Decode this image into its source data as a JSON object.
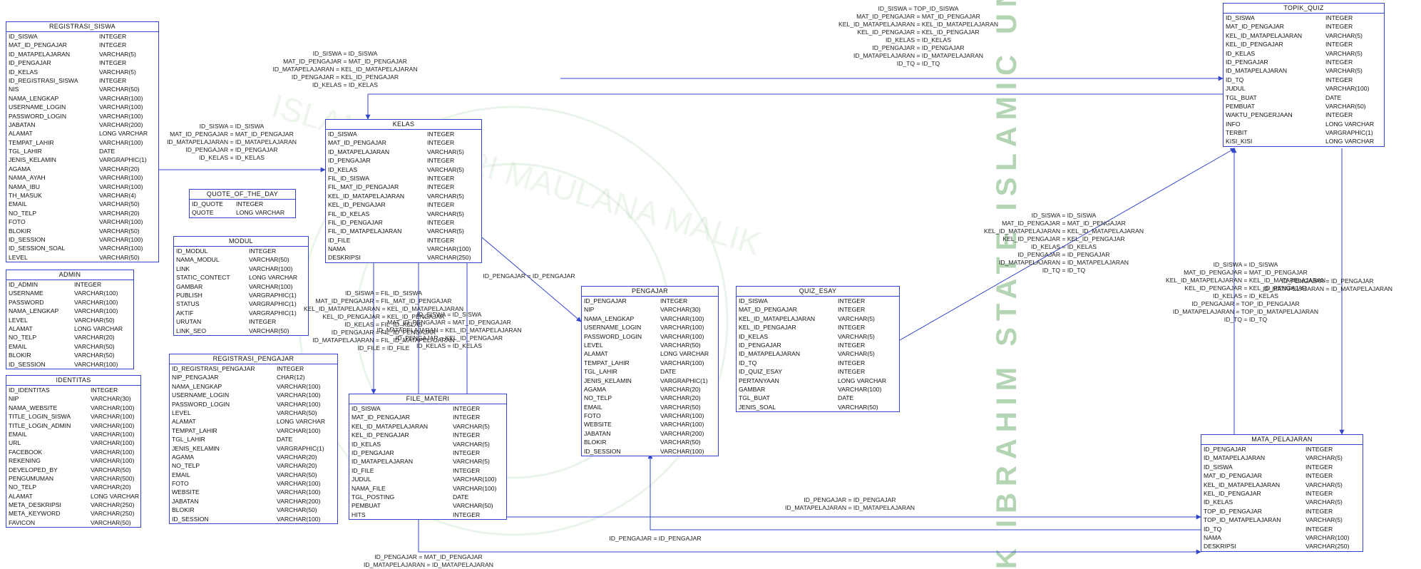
{
  "watermark": {
    "vertical_text": "K IBRAHIM STATE ISLAMIC UNIVERSI",
    "circle_text": "ISLAM NEGERI MAULANA MALIK",
    "color": "#2a8a2a"
  },
  "colors": {
    "border": "#3344cc",
    "line": "#3344cc",
    "text": "#111111"
  },
  "tables": [
    {
      "id": "registrasi_siswa",
      "title": "REGISTRASI_SISWA",
      "columns": [
        {
          "name": "ID_SISWA",
          "type": "INTEGER"
        },
        {
          "name": "MAT_ID_PENGAJAR",
          "type": "INTEGER"
        },
        {
          "name": "ID_MATAPELAJARAN",
          "type": "VARCHAR(5)"
        },
        {
          "name": "ID_PENGAJAR",
          "type": "INTEGER"
        },
        {
          "name": "ID_KELAS",
          "type": "VARCHAR(5)"
        },
        {
          "name": "ID_REGISTRASI_SISWA",
          "type": "INTEGER"
        },
        {
          "name": "NIS",
          "type": "VARCHAR(50)"
        },
        {
          "name": "NAMA_LENGKAP",
          "type": "VARCHAR(100)"
        },
        {
          "name": "USERNAME_LOGIN",
          "type": "VARCHAR(100)"
        },
        {
          "name": "PASSWORD_LOGIN",
          "type": "VARCHAR(100)"
        },
        {
          "name": "JABATAN",
          "type": "VARCHAR(200)"
        },
        {
          "name": "ALAMAT",
          "type": "LONG VARCHAR"
        },
        {
          "name": "TEMPAT_LAHIR",
          "type": "VARCHAR(100)"
        },
        {
          "name": "TGL_LAHIR",
          "type": "DATE"
        },
        {
          "name": "JENIS_KELAMIN",
          "type": "VARGRAPHIC(1)"
        },
        {
          "name": "AGAMA",
          "type": "VARCHAR(20)"
        },
        {
          "name": "NAMA_AYAH",
          "type": "VARCHAR(100)"
        },
        {
          "name": "NAMA_IBU",
          "type": "VARCHAR(100)"
        },
        {
          "name": "TH_MASUK",
          "type": "VARCHAR(4)"
        },
        {
          "name": "EMAIL",
          "type": "VARCHAR(50)"
        },
        {
          "name": "NO_TELP",
          "type": "VARCHAR(20)"
        },
        {
          "name": "FOTO",
          "type": "VARCHAR(100)"
        },
        {
          "name": "BLOKIR",
          "type": "VARCHAR(50)"
        },
        {
          "name": "ID_SESSION",
          "type": "VARCHAR(100)"
        },
        {
          "name": "ID_SESSION_SOAL",
          "type": "VARCHAR(100)"
        },
        {
          "name": "LEVEL",
          "type": "VARCHAR(50)"
        }
      ]
    },
    {
      "id": "admin",
      "title": "ADMIN",
      "columns": [
        {
          "name": "ID_ADMIN",
          "type": "INTEGER"
        },
        {
          "name": "USERNAME",
          "type": "VARCHAR(100)"
        },
        {
          "name": "PASSWORD",
          "type": "VARCHAR(100)"
        },
        {
          "name": "NAMA_LENGKAP",
          "type": "VARCHAR(100)"
        },
        {
          "name": "LEVEL",
          "type": "VARCHAR(50)"
        },
        {
          "name": "ALAMAT",
          "type": "LONG VARCHAR"
        },
        {
          "name": "NO_TELP",
          "type": "VARCHAR(20)"
        },
        {
          "name": "EMAIL",
          "type": "VARCHAR(50)"
        },
        {
          "name": "BLOKIR",
          "type": "VARCHAR(50)"
        },
        {
          "name": "ID_SESSION",
          "type": "VARCHAR(100)"
        }
      ]
    },
    {
      "id": "identitas",
      "title": "IDENTITAS",
      "columns": [
        {
          "name": "ID_IDENTITAS",
          "type": "INTEGER"
        },
        {
          "name": "NIP",
          "type": "VARCHAR(30)"
        },
        {
          "name": "NAMA_WEBSITE",
          "type": "VARCHAR(100)"
        },
        {
          "name": "TITLE_LOGIN_SISWA",
          "type": "VARCHAR(100)"
        },
        {
          "name": "TITLE_LOGIN_ADMIN",
          "type": "VARCHAR(100)"
        },
        {
          "name": "EMAIL",
          "type": "VARCHAR(100)"
        },
        {
          "name": "URL",
          "type": "VARCHAR(100)"
        },
        {
          "name": "FACEBOOK",
          "type": "VARCHAR(100)"
        },
        {
          "name": "REKENING",
          "type": "VARCHAR(100)"
        },
        {
          "name": "DEVELOPED_BY",
          "type": "VARCHAR(50)"
        },
        {
          "name": "PENGUMUMAN",
          "type": "VARCHAR(500)"
        },
        {
          "name": "NO_TELP",
          "type": "VARCHAR(20)"
        },
        {
          "name": "ALAMAT",
          "type": "LONG VARCHAR"
        },
        {
          "name": "META_DESKRIPSI",
          "type": "VARCHAR(250)"
        },
        {
          "name": "META_KEYWORD",
          "type": "VARCHAR(250)"
        },
        {
          "name": "FAVICON",
          "type": "VARCHAR(50)"
        }
      ]
    },
    {
      "id": "quote_of_the_day",
      "title": "QUOTE_OF_THE_DAY",
      "columns": [
        {
          "name": "ID_QUOTE",
          "type": "INTEGER"
        },
        {
          "name": "QUOTE",
          "type": "LONG VARCHAR"
        }
      ]
    },
    {
      "id": "modul",
      "title": "MODUL",
      "columns": [
        {
          "name": "ID_MODUL",
          "type": "INTEGER"
        },
        {
          "name": "NAMA_MODUL",
          "type": "VARCHAR(50)"
        },
        {
          "name": "LINK",
          "type": "VARCHAR(100)"
        },
        {
          "name": "STATIC_CONTECT",
          "type": "LONG VARCHAR"
        },
        {
          "name": "GAMBAR",
          "type": "VARCHAR(100)"
        },
        {
          "name": "PUBLISH",
          "type": "VARGRAPHIC(1)"
        },
        {
          "name": "STATUS",
          "type": "VARGRAPHIC(1)"
        },
        {
          "name": "AKTIF",
          "type": "VARGRAPHIC(1)"
        },
        {
          "name": "URUTAN",
          "type": "INTEGER"
        },
        {
          "name": "LINK_SEO",
          "type": "VARCHAR(50)"
        }
      ]
    },
    {
      "id": "registrasi_pengajar",
      "title": "REGISTRASI_PENGAJAR",
      "columns": [
        {
          "name": "ID_REGISTRASI_PENGAJAR",
          "type": "INTEGER"
        },
        {
          "name": "NIP_PENGAJAR",
          "type": "CHAR(12)"
        },
        {
          "name": "NAMA_LENGKAP",
          "type": "VARCHAR(100)"
        },
        {
          "name": "USERNAME_LOGIN",
          "type": "VARCHAR(100)"
        },
        {
          "name": "PASSWORD_LOGIN",
          "type": "VARCHAR(100)"
        },
        {
          "name": "LEVEL",
          "type": "VARCHAR(50)"
        },
        {
          "name": "ALAMAT",
          "type": "LONG VARCHAR"
        },
        {
          "name": "TEMPAT_LAHIR",
          "type": "VARCHAR(100)"
        },
        {
          "name": "TGL_LAHIR",
          "type": "DATE"
        },
        {
          "name": "JENIS_KELAMIN",
          "type": "VARGRAPHIC(1)"
        },
        {
          "name": "AGAMA",
          "type": "VARCHAR(20)"
        },
        {
          "name": "NO_TELP",
          "type": "VARCHAR(20)"
        },
        {
          "name": "EMAIL",
          "type": "VARCHAR(50)"
        },
        {
          "name": "FOTO",
          "type": "VARCHAR(100)"
        },
        {
          "name": "WEBSITE",
          "type": "VARCHAR(100)"
        },
        {
          "name": "JABATAN",
          "type": "VARCHAR(200)"
        },
        {
          "name": "BLOKIR",
          "type": "VARCHAR(50)"
        },
        {
          "name": "ID_SESSION",
          "type": "VARCHAR(100)"
        }
      ]
    },
    {
      "id": "kelas",
      "title": "KELAS",
      "columns": [
        {
          "name": "ID_SISWA",
          "type": "INTEGER"
        },
        {
          "name": "MAT_ID_PENGAJAR",
          "type": "INTEGER"
        },
        {
          "name": "ID_MATAPELAJARAN",
          "type": "VARCHAR(5)"
        },
        {
          "name": "ID_PENGAJAR",
          "type": "INTEGER"
        },
        {
          "name": "ID_KELAS",
          "type": "VARCHAR(5)"
        },
        {
          "name": "FIL_ID_SISWA",
          "type": "INTEGER"
        },
        {
          "name": "FIL_MAT_ID_PENGAJAR",
          "type": "INTEGER"
        },
        {
          "name": "KEL_ID_MATAPELAJARAN",
          "type": "VARCHAR(5)"
        },
        {
          "name": "KEL_ID_PENGAJAR",
          "type": "INTEGER"
        },
        {
          "name": "FIL_ID_KELAS",
          "type": "VARCHAR(5)"
        },
        {
          "name": "FIL_ID_PENGAJAR",
          "type": "INTEGER"
        },
        {
          "name": "FIL_ID_MATAPELAJARAN",
          "type": "VARCHAR(5)"
        },
        {
          "name": "ID_FILE",
          "type": "INTEGER"
        },
        {
          "name": "NAMA",
          "type": "VARCHAR(100)"
        },
        {
          "name": "DESKRIPSI",
          "type": "VARCHAR(250)"
        }
      ]
    },
    {
      "id": "file_materi",
      "title": "FILE_MATERI",
      "columns": [
        {
          "name": "ID_SISWA",
          "type": "INTEGER"
        },
        {
          "name": "MAT_ID_PENGAJAR",
          "type": "INTEGER"
        },
        {
          "name": "KEL_ID_MATAPELAJARAN",
          "type": "VARCHAR(5)"
        },
        {
          "name": "KEL_ID_PENGAJAR",
          "type": "INTEGER"
        },
        {
          "name": "ID_KELAS",
          "type": "VARCHAR(5)"
        },
        {
          "name": "ID_PENGAJAR",
          "type": "INTEGER"
        },
        {
          "name": "ID_MATAPELAJARAN",
          "type": "VARCHAR(5)"
        },
        {
          "name": "ID_FILE",
          "type": "INTEGER"
        },
        {
          "name": "JUDUL",
          "type": "VARCHAR(100)"
        },
        {
          "name": "NAMA_FILE",
          "type": "VARCHAR(100)"
        },
        {
          "name": "TGL_POSTING",
          "type": "DATE"
        },
        {
          "name": "PEMBUAT",
          "type": "VARCHAR(50)"
        },
        {
          "name": "HITS",
          "type": "INTEGER"
        }
      ]
    },
    {
      "id": "pengajar",
      "title": "PENGAJAR",
      "columns": [
        {
          "name": "ID_PENGAJAR",
          "type": "INTEGER"
        },
        {
          "name": "NIP",
          "type": "VARCHAR(30)"
        },
        {
          "name": "NAMA_LENGKAP",
          "type": "VARCHAR(100)"
        },
        {
          "name": "USERNAME_LOGIN",
          "type": "VARCHAR(100)"
        },
        {
          "name": "PASSWORD_LOGIN",
          "type": "VARCHAR(100)"
        },
        {
          "name": "LEVEL",
          "type": "VARCHAR(50)"
        },
        {
          "name": "ALAMAT",
          "type": "LONG VARCHAR"
        },
        {
          "name": "TEMPAT_LAHIR",
          "type": "VARCHAR(100)"
        },
        {
          "name": "TGL_LAHIR",
          "type": "DATE"
        },
        {
          "name": "JENIS_KELAMIN",
          "type": "VARGRAPHIC(1)"
        },
        {
          "name": "AGAMA",
          "type": "VARCHAR(20)"
        },
        {
          "name": "NO_TELP",
          "type": "VARCHAR(20)"
        },
        {
          "name": "EMAIL",
          "type": "VARCHAR(50)"
        },
        {
          "name": "FOTO",
          "type": "VARCHAR(100)"
        },
        {
          "name": "WEBSITE",
          "type": "VARCHAR(100)"
        },
        {
          "name": "JABATAN",
          "type": "VARCHAR(200)"
        },
        {
          "name": "BLOKIR",
          "type": "VARCHAR(50)"
        },
        {
          "name": "ID_SESSION",
          "type": "VARCHAR(100)"
        }
      ]
    },
    {
      "id": "quiz_esay",
      "title": "QUIZ_ESAY",
      "columns": [
        {
          "name": "ID_SISWA",
          "type": "INTEGER"
        },
        {
          "name": "MAT_ID_PENGAJAR",
          "type": "INTEGER"
        },
        {
          "name": "KEL_ID_MATAPELAJARAN",
          "type": "VARCHAR(5)"
        },
        {
          "name": "KEL_ID_PENGAJAR",
          "type": "INTEGER"
        },
        {
          "name": "ID_KELAS",
          "type": "VARCHAR(5)"
        },
        {
          "name": "ID_PENGAJAR",
          "type": "INTEGER"
        },
        {
          "name": "ID_MATAPELAJARAN",
          "type": "VARCHAR(5)"
        },
        {
          "name": "ID_TQ",
          "type": "INTEGER"
        },
        {
          "name": "ID_QUIZ_ESAY",
          "type": "INTEGER"
        },
        {
          "name": "PERTANYAAN",
          "type": "LONG VARCHAR"
        },
        {
          "name": "GAMBAR",
          "type": "VARCHAR(100)"
        },
        {
          "name": "TGL_BUAT",
          "type": "DATE"
        },
        {
          "name": "JENIS_SOAL",
          "type": "VARCHAR(50)"
        }
      ]
    },
    {
      "id": "topik_quiz",
      "title": "TOPIK_QUIZ",
      "columns": [
        {
          "name": "ID_SISWA",
          "type": "INTEGER"
        },
        {
          "name": "MAT_ID_PENGAJAR",
          "type": "INTEGER"
        },
        {
          "name": "KEL_ID_MATAPELAJARAN",
          "type": "VARCHAR(5)"
        },
        {
          "name": "KEL_ID_PENGAJAR",
          "type": "INTEGER"
        },
        {
          "name": "ID_KELAS",
          "type": "VARCHAR(5)"
        },
        {
          "name": "ID_PENGAJAR",
          "type": "INTEGER"
        },
        {
          "name": "ID_MATAPELAJARAN",
          "type": "VARCHAR(5)"
        },
        {
          "name": "ID_TQ",
          "type": "INTEGER"
        },
        {
          "name": "JUDUL",
          "type": "VARCHAR(100)"
        },
        {
          "name": "TGL_BUAT",
          "type": "DATE"
        },
        {
          "name": "PEMBUAT",
          "type": "VARCHAR(50)"
        },
        {
          "name": "WAKTU_PENGERJAAN",
          "type": "INTEGER"
        },
        {
          "name": "INFO",
          "type": "LONG VARCHAR"
        },
        {
          "name": "TERBIT",
          "type": "VARGRAPHIC(1)"
        },
        {
          "name": "KISI_KISI",
          "type": "LONG VARCHAR"
        }
      ]
    },
    {
      "id": "mata_pelajaran",
      "title": "MATA_PELAJARAN",
      "columns": [
        {
          "name": "ID_PENGAJAR",
          "type": "INTEGER"
        },
        {
          "name": "ID_MATAPELAJARAN",
          "type": "VARCHAR(5)"
        },
        {
          "name": "ID_SISWA",
          "type": "INTEGER"
        },
        {
          "name": "MAT_ID_PENGAJAR",
          "type": "INTEGER"
        },
        {
          "name": "KEL_ID_MATAPELAJARAN",
          "type": "VARCHAR(5)"
        },
        {
          "name": "KEL_ID_PENGAJAR",
          "type": "INTEGER"
        },
        {
          "name": "ID_KELAS",
          "type": "VARCHAR(5)"
        },
        {
          "name": "TOP_ID_PENGAJAR",
          "type": "INTEGER"
        },
        {
          "name": "TOP_ID_MATAPELAJARAN",
          "type": "VARCHAR(5)"
        },
        {
          "name": "ID_TQ",
          "type": "INTEGER"
        },
        {
          "name": "NAMA",
          "type": "VARCHAR(100)"
        },
        {
          "name": "DESKRIPSI",
          "type": "VARCHAR(250)"
        }
      ]
    }
  ],
  "labels": [
    {
      "id": "l_topik_top",
      "lines": [
        "ID_SISWA = TOP_ID_SISWA",
        "MAT_ID_PENGAJAR = MAT_ID_PENGAJAR",
        "KEL_ID_MATAPELAJARAN = KEL_ID_MATAPELAJARAN",
        "KEL_ID_PENGAJAR = KEL_ID_PENGAJAR",
        "ID_KELAS = ID_KELAS",
        "ID_PENGAJAR = ID_PENGAJAR",
        "ID_MATAPELAJARAN = ID_MATAPELAJARAN",
        "ID_TQ = ID_TQ"
      ]
    },
    {
      "id": "l_kelas_top",
      "lines": [
        "ID_SISWA = ID_SISWA",
        "MAT_ID_PENGAJAR = MAT_ID_PENGAJAR",
        "ID_MATAPELAJARAN = KEL_ID_MATAPELAJARAN",
        "ID_PENGAJAR = KEL_ID_PENGAJAR",
        "ID_KELAS = ID_KELAS"
      ]
    },
    {
      "id": "l_regsiswa",
      "lines": [
        "ID_SISWA = ID_SISWA",
        "MAT_ID_PENGAJAR = MAT_ID_PENGAJAR",
        "ID_MATAPELAJARAN = ID_MATAPELAJARAN",
        "ID_PENGAJAR = ID_PENGAJAR",
        "ID_KELAS = ID_KELAS"
      ]
    },
    {
      "id": "l_kelas_file",
      "lines": [
        "ID_SISWA = FIL_ID_SISWA",
        "MAT_ID_PENGAJAR = FIL_MAT_ID_PENGAJAR",
        "KEL_ID_MATAPELAJARAN = KEL_ID_MATAPELAJARAN",
        "KEL_ID_PENGAJAR = KEL_ID_PENGAJAR",
        "ID_KELAS = FIL_ID_KELAS",
        "ID_PENGAJAR = FIL_ID_PENGAJAR",
        "ID_MATAPELAJARAN = FIL_ID_MATAPELAJARAN",
        "ID_FILE = ID_FILE"
      ]
    },
    {
      "id": "l_file_kelas",
      "lines": [
        "ID_SISWA = ID_SISWA",
        "MAT_ID_PENGAJAR = MAT_ID_PENGAJAR",
        "ID_MATAPELAJARAN = KEL_ID_MATAPELAJARAN",
        "ID_PENGAJAR = KEL_ID_PENGAJAR",
        "ID_KELAS = ID_KELAS"
      ]
    },
    {
      "id": "l_kelas_pengajar",
      "lines": [
        "ID_PENGAJAR = ID_PENGAJAR"
      ]
    },
    {
      "id": "l_quiz_topik",
      "lines": [
        "ID_SISWA = ID_SISWA",
        "MAT_ID_PENGAJAR = MAT_ID_PENGAJAR",
        "KEL_ID_MATAPELAJARAN = KEL_ID_MATAPELAJARAN",
        "KEL_ID_PENGAJAR = KEL_ID_PENGAJAR",
        "ID_KELAS = ID_KELAS",
        "ID_PENGAJAR = ID_PENGAJAR",
        "ID_MATAPELAJARAN = ID_MATAPELAJARAN",
        "ID_TQ = ID_TQ"
      ]
    },
    {
      "id": "l_mapel_topik",
      "lines": [
        "ID_SISWA = ID_SISWA",
        "MAT_ID_PENGAJAR = MAT_ID_PENGAJAR",
        "KEL_ID_MATAPELAJARAN = KEL_ID_MATAPELAJARAN",
        "KEL_ID_PENGAJAR = KEL_ID_PENGAJAR",
        "ID_KELAS = ID_KELAS",
        "ID_PENGAJAR = TOP_ID_PENGAJAR",
        "ID_MATAPELAJARAN = TOP_ID_MATAPELAJARAN",
        "ID_TQ = ID_TQ"
      ]
    },
    {
      "id": "l_topik_mapel",
      "lines": [
        "ID_PENGAJAR = ID_PENGAJAR",
        "ID_MATAPELAJARAN = ID_MATAPELAJARAN"
      ]
    },
    {
      "id": "l_file_mapel",
      "lines": [
        "ID_PENGAJAR = ID_PENGAJAR",
        "ID_MATAPELAJARAN = ID_MATAPELAJARAN"
      ]
    },
    {
      "id": "l_mapel_pengajar",
      "lines": [
        "ID_PENGAJAR = ID_PENGAJAR"
      ]
    },
    {
      "id": "l_bottom",
      "lines": [
        "ID_PENGAJAR = MAT_ID_PENGAJAR",
        "ID_MATAPELAJARAN = ID_MATAPELAJARAN"
      ]
    }
  ]
}
